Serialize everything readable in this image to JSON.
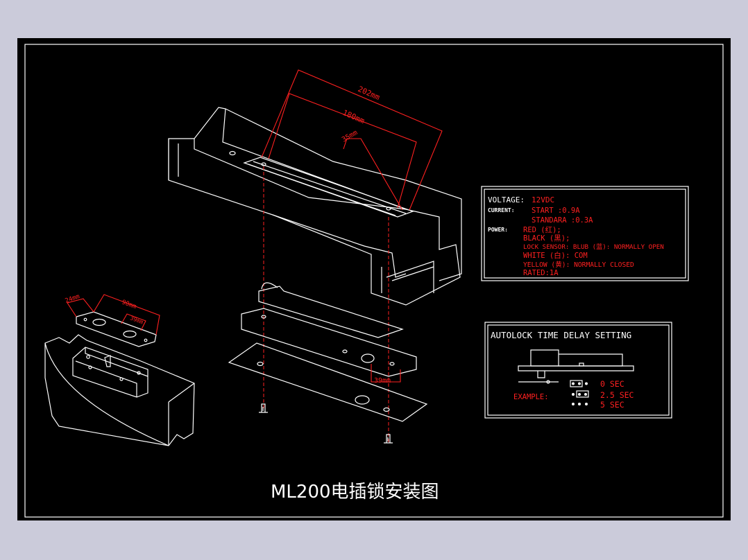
{
  "title": "ML200电插锁安装图",
  "dimensions": {
    "length_outer": "202mm",
    "length_inner": "180mm",
    "offset": "35mm",
    "strike_hole": "39mm",
    "bracket_width": "24mm",
    "bracket_length": "90mm",
    "bracket_hole": "39mm"
  },
  "specs": {
    "voltage_label": "VOLTAGE:",
    "voltage_value": "12VDC",
    "current_label": "CURRENT:",
    "start": "START  :0.9A",
    "standara": "STANDARA  :0.3A",
    "power_label": "POWER:",
    "red": "RED (红);",
    "black": "BLACK (黑);",
    "lock_sensor": "LOCK SENSOR: BLUB (蓝): NORMALLY OPEN",
    "white": "WHITE (白): COM",
    "yellow": "YELLOW (黄): NORMALLY CLOSED",
    "rated": "RATED:1A"
  },
  "delay": {
    "heading": "AUTOLOCK TIME DELAY SETTING",
    "example_label": "EXAMPLE:",
    "options": [
      "0 SEC",
      "2.5 SEC",
      "5 SEC"
    ]
  },
  "colors": {
    "frame_bg": "#000000",
    "line": "#ffffff",
    "annotation": "#ff2020",
    "outer_bg": "#cbcbda"
  }
}
